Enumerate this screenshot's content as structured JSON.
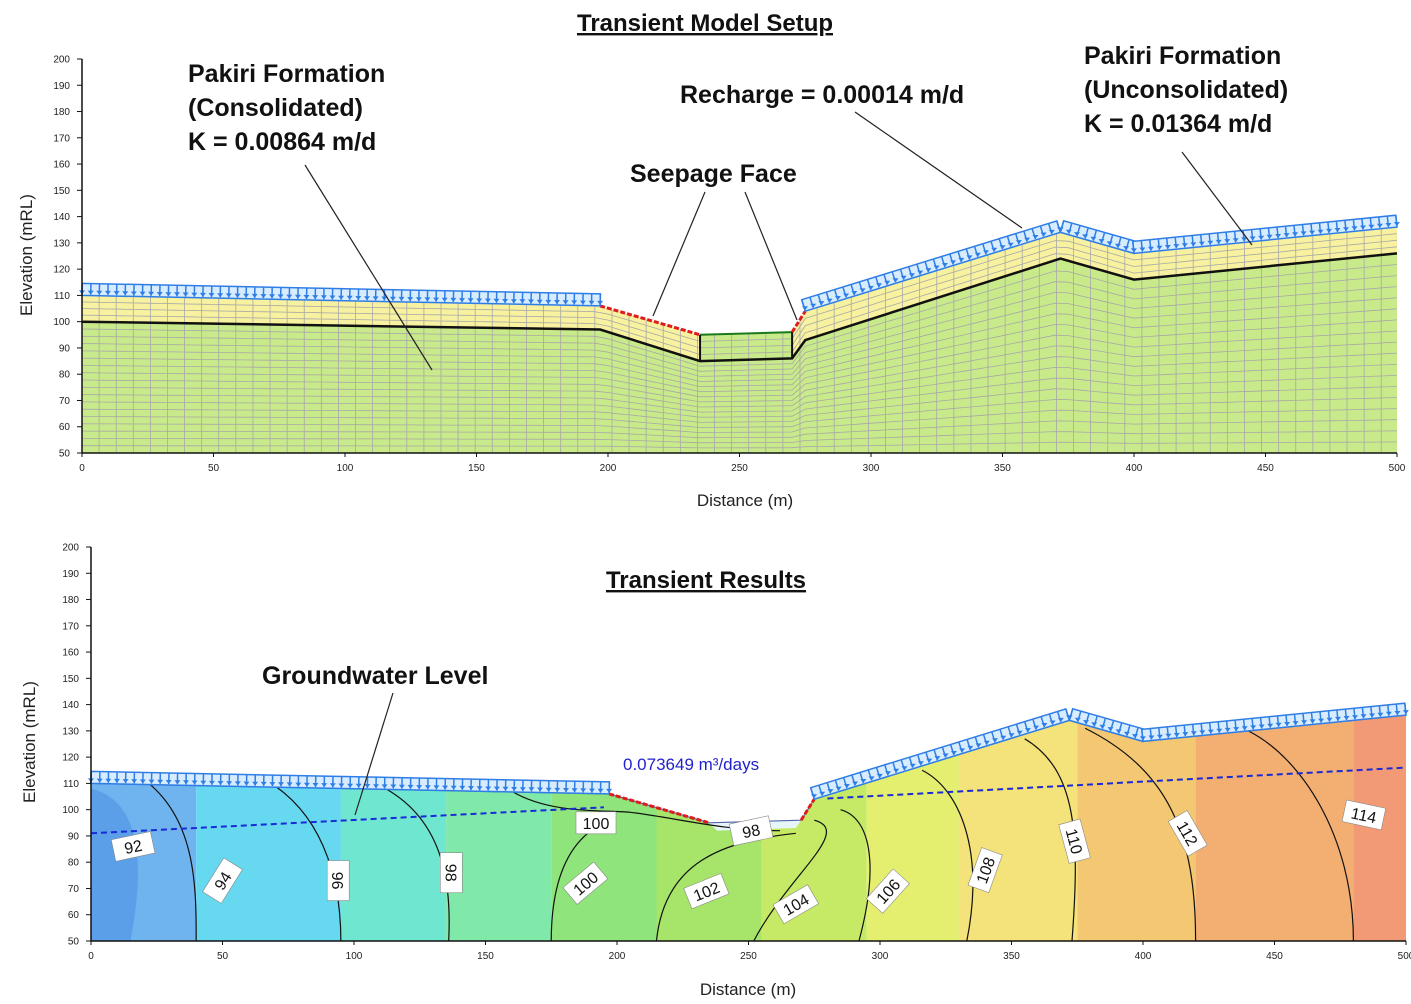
{
  "top": {
    "title": "Transient Model Setup",
    "xlabel": "Distance (m)",
    "ylabel": "Elevation (mRL)",
    "callouts": {
      "consolidated": [
        "Pakiri Formation",
        "(Consolidated)",
        "K = 0.00864 m/d"
      ],
      "unconsolidated": [
        "Pakiri Formation",
        "(Unconsolidated)",
        "K = 0.01364 m/d"
      ],
      "recharge": "Recharge = 0.00014 m/d",
      "seepage": "Seepage Face"
    }
  },
  "bottom": {
    "title": "Transient Results",
    "xlabel": "Distance (m)",
    "ylabel": "Elevation (mRL)",
    "gw_label": "Groundwater Level",
    "flux_label": "0.073649 m³/days"
  },
  "colors": {
    "consolidated": "#c9ea8a",
    "unconsolidated": "#f7f1a0",
    "mesh": "#a8a8a8",
    "recharge": "#2f7ee6",
    "seepage": "#e01b1b",
    "gw": "#1a2ad6"
  },
  "chart_data": [
    {
      "type": "line",
      "title": "Transient Model Setup",
      "xlabel": "Distance (m)",
      "ylabel": "Elevation (mRL)",
      "xlim": [
        0,
        500
      ],
      "ylim": [
        50,
        200
      ],
      "xticks": [
        0,
        50,
        100,
        150,
        200,
        250,
        300,
        350,
        400,
        450,
        500
      ],
      "yticks": [
        50,
        60,
        70,
        80,
        90,
        100,
        110,
        120,
        130,
        140,
        150,
        160,
        170,
        180,
        190,
        200
      ],
      "series": [
        {
          "x": [
            0,
            197,
            235,
            270,
            275,
            372,
            400,
            500
          ],
          "y": [
            110,
            106,
            95,
            96,
            104,
            134,
            126,
            136
          ]
        },
        {
          "x": [
            0,
            197,
            235,
            270,
            275,
            372,
            400,
            500
          ],
          "y": [
            100,
            97,
            85,
            86,
            93,
            124,
            116,
            126
          ]
        }
      ]
    },
    {
      "type": "line",
      "title": "Transient Results",
      "xlabel": "Distance (m)",
      "ylabel": "Elevation (mRL)",
      "xlim": [
        0,
        500
      ],
      "ylim": [
        50,
        200
      ],
      "xticks": [
        0,
        50,
        100,
        150,
        200,
        250,
        300,
        350,
        400,
        450,
        500
      ],
      "yticks": [
        50,
        60,
        70,
        80,
        90,
        100,
        110,
        120,
        130,
        140,
        150,
        160,
        170,
        180,
        190,
        200
      ],
      "contour_levels": [
        92,
        94,
        96,
        98,
        100,
        102,
        104,
        106,
        108,
        110,
        112,
        114
      ],
      "series": [
        {
          "x": [
            0,
            100,
            197,
            235,
            270,
            300,
            400,
            500
          ],
          "y": [
            91,
            96,
            101,
            97,
            100,
            108,
            112,
            116
          ]
        }
      ]
    }
  ]
}
